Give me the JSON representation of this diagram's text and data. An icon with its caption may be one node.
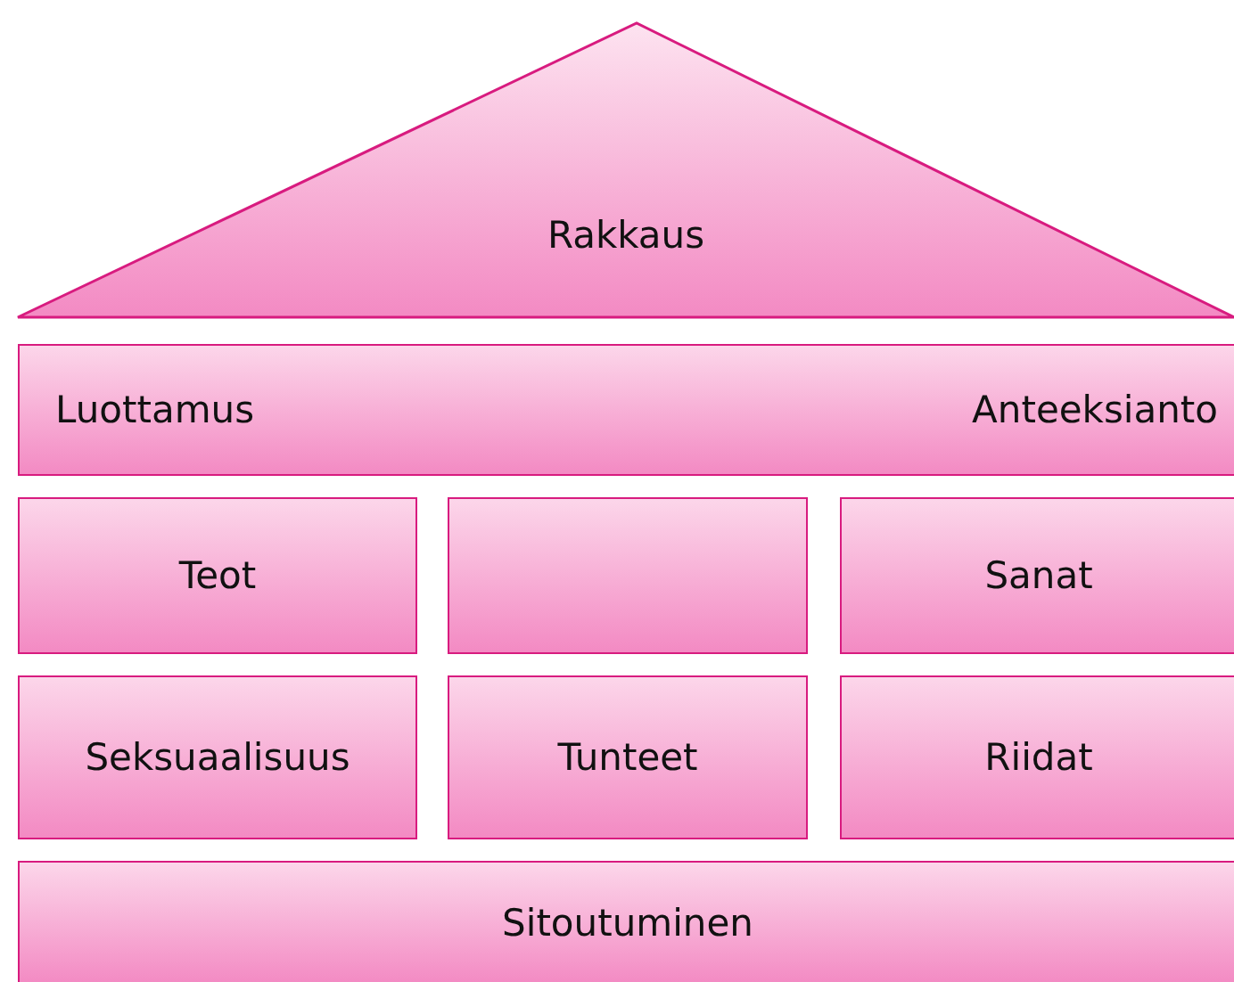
{
  "diagram": {
    "nodes": [
      {
        "text": [
          "Rakkaus"
        ]
      },
      {
        "text": [
          "Luottamus",
          "Anteeksianto"
        ]
      },
      {
        "text": [
          "Teot"
        ]
      },
      {
        "text": [],
        "shape": "box"
      },
      {
        "text": [
          "Sanat"
        ]
      },
      {
        "text": [
          "Seksuaalisuus"
        ]
      },
      {
        "text": [
          "Tunteet"
        ]
      },
      {
        "text": [
          "Riidat"
        ]
      },
      {
        "text": [
          "Sitoutuminen"
        ]
      }
    ]
  }
}
